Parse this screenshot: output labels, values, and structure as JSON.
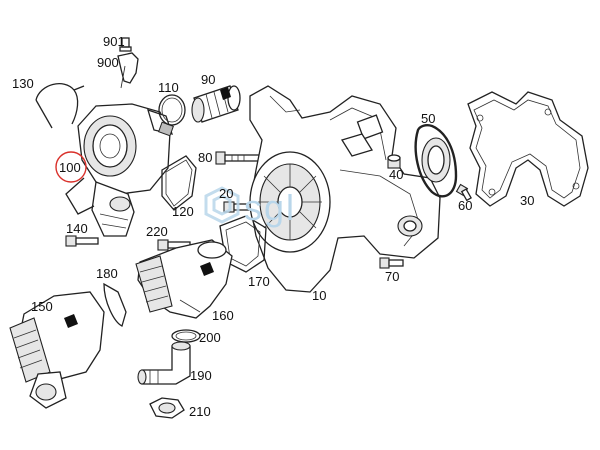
{
  "diagram": {
    "highlight_color": "#d9302a",
    "watermark_color": "#b9d6ea",
    "watermark_text": "sgl",
    "highlighted_part": "100",
    "parts": [
      {
        "id": "p901",
        "label": "901"
      },
      {
        "id": "p900",
        "label": "900"
      },
      {
        "id": "p130",
        "label": "130"
      },
      {
        "id": "p110",
        "label": "110"
      },
      {
        "id": "p90",
        "label": "90"
      },
      {
        "id": "p100",
        "label": "100"
      },
      {
        "id": "p80",
        "label": "80"
      },
      {
        "id": "p50",
        "label": "50"
      },
      {
        "id": "p40",
        "label": "40"
      },
      {
        "id": "p60",
        "label": "60"
      },
      {
        "id": "p30",
        "label": "30"
      },
      {
        "id": "p20",
        "label": "20"
      },
      {
        "id": "p120",
        "label": "120"
      },
      {
        "id": "p140",
        "label": "140"
      },
      {
        "id": "p220",
        "label": "220"
      },
      {
        "id": "p180",
        "label": "180"
      },
      {
        "id": "p170",
        "label": "170"
      },
      {
        "id": "p70",
        "label": "70"
      },
      {
        "id": "p10",
        "label": "10"
      },
      {
        "id": "p150",
        "label": "150"
      },
      {
        "id": "p160",
        "label": "160"
      },
      {
        "id": "p200",
        "label": "200"
      },
      {
        "id": "p190",
        "label": "190"
      },
      {
        "id": "p210",
        "label": "210"
      }
    ]
  }
}
